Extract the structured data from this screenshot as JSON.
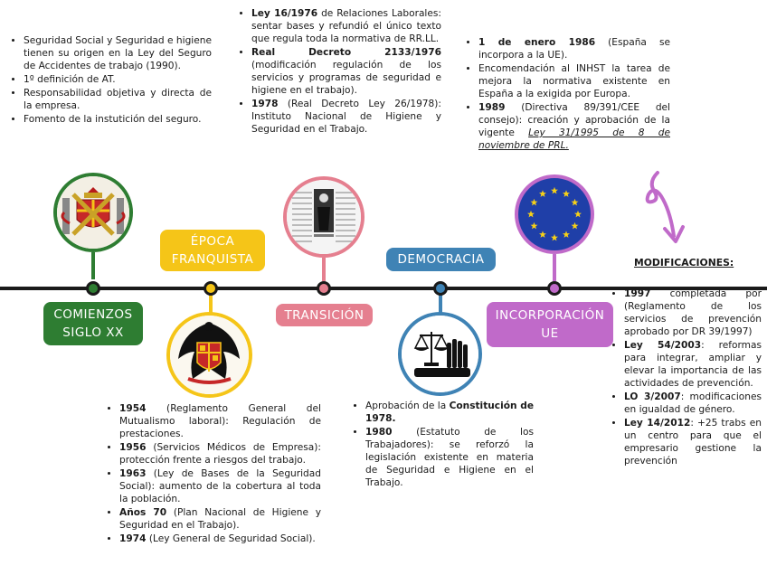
{
  "colors": {
    "green": "#2e7d32",
    "yellow": "#f5c518",
    "pink": "#e57f8f",
    "blue": "#3f83b5",
    "purple": "#c06ac9",
    "eu_blue": "#1f3fa8",
    "eu_star": "#f7d117"
  },
  "milestones": [
    {
      "label": "COMIENZOS SIGLO XX",
      "line1": "COMIENZOS",
      "line2": "SIGLO XX",
      "icon": "coat-of-arms-icon"
    },
    {
      "label": "ÉPOCA FRANQUISTA",
      "line1": "ÉPOCA",
      "line2": "FRANQUISTA",
      "icon": "eagle-shield-icon"
    },
    {
      "label": "TRANSICIÓN",
      "icon": "newspaper-photo-icon"
    },
    {
      "label": "DEMOCRACIA",
      "icon": "scales-of-justice-icon"
    },
    {
      "label": "INCORPORACIÓN UE",
      "line1": "INCORPORACIÓN",
      "line2": "UE",
      "icon": "eu-flag-icon"
    }
  ],
  "texts": {
    "comienzos": [
      "Seguridad Social y Seguridad e higiene tienen su origen en la Ley del Seguro de Accidentes de trabajo (1990).",
      "1º definición de AT.",
      "Responsabilidad objetiva y directa de la empresa.",
      "Fomento de la instutición del seguro."
    ],
    "transicion": [
      {
        "bold": "Ley 16/1976",
        "text": " de Relaciones Laborales: sentar bases y refundió el único texto que regula toda la normativa de RR.LL."
      },
      {
        "bold": "Real Decreto 2133/1976",
        "text": " (modificación regulación de los servicios y programas de seguridad e higiene en el trabajo)."
      },
      {
        "bold": "1978",
        "text": " (Real Decreto Ley 26/1978): Instituto Nacional de Higiene y Seguridad en el Trabajo."
      }
    ],
    "ue": [
      {
        "bold": "1 de enero 1986",
        "text": " (España se incorpora a la UE)."
      },
      {
        "bold": "",
        "text": "Encomendación al INHST la tarea de mejora la normativa existente en España a la exigida por Europa."
      },
      {
        "bold": "1989",
        "text": " (Directiva 89/391/CEE del consejo): creación y aprobación de la vigente ",
        "link": "Ley 31/1995 de 8 de noviembre de PRL."
      }
    ],
    "franquista": [
      {
        "bold": "1954",
        "text": " (Reglamento General del Mutualismo laboral): Regulación de prestaciones."
      },
      {
        "bold": "1956",
        "text": " (Servicios Médicos de Empresa): protección frente a riesgos del trabajo."
      },
      {
        "bold": "1963",
        "text": " (Ley de Bases de la Seguridad Social): aumento de la cobertura al toda la población."
      },
      {
        "bold": "Años 70",
        "text": " (Plan Nacional de Higiene y Seguridad en el Trabajo)."
      },
      {
        "bold": "1974",
        "text": " (Ley General de Seguridad Social)."
      }
    ],
    "democracia": [
      {
        "pre": "Aprobación de la ",
        "bold": "Constitución de 1978.",
        "text": ""
      },
      {
        "pre": "",
        "bold": "1980",
        "text": " (Estatuto de los Trabajadores): se reforzó la legislación existente en materia de Seguridad e Higiene en el Trabajo."
      }
    ],
    "modificaciones_title": "MODIFICACIONES:",
    "modificaciones": [
      {
        "bold": "1997",
        "text": " completada por (Reglamento de los servicios de prevención aprobado por DR 39/1997)"
      },
      {
        "bold": "Ley 54/2003",
        "text": ": reformas para integrar, ampliar y elevar la importancia de las actividades de prevención."
      },
      {
        "bold": "LO 3/2007",
        "text": ": modificaciones en igualdad de género."
      },
      {
        "bold": "Ley 14/2012",
        "text": ": +25 trabs en un centro para que el empresario gestione la prevención"
      }
    ]
  }
}
